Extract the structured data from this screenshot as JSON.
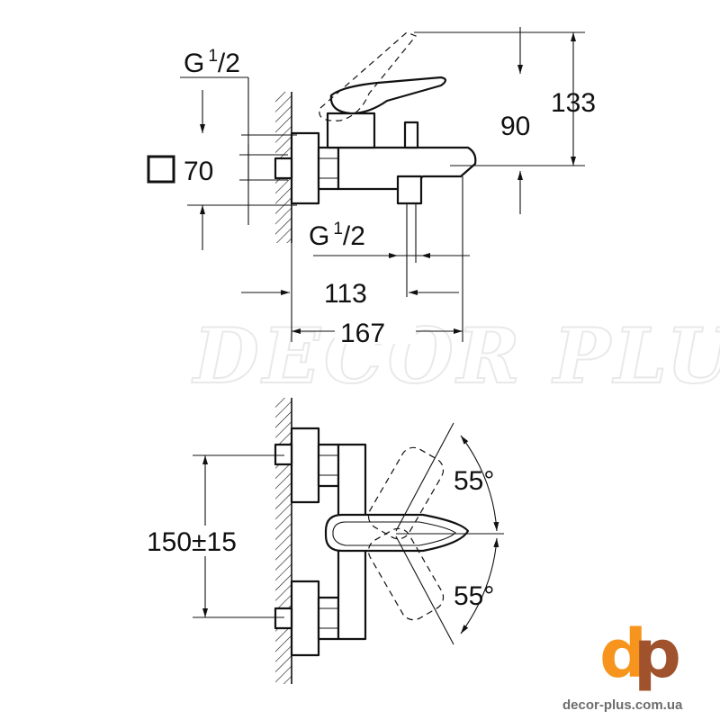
{
  "watermark": "DECOR PLUS",
  "logo": {
    "d": "d",
    "p": "p",
    "site": "decor-plus.com.ua",
    "color_orange": "#f7941d",
    "color_brown": "#a0522d"
  },
  "dimensions": {
    "inlet_thread_top": {
      "main": "G",
      "sup": "1",
      "sub": "/2"
    },
    "square_width": "70",
    "height_90": "90",
    "height_133": "133",
    "outlet_thread": {
      "main": "G",
      "sup": "1",
      "sub": "/2"
    },
    "depth_113": "113",
    "depth_167": "167",
    "center_distance": "150±15",
    "angle_top": "55°",
    "angle_bottom": "55°"
  },
  "icons": {
    "square": "square-symbol-icon"
  }
}
